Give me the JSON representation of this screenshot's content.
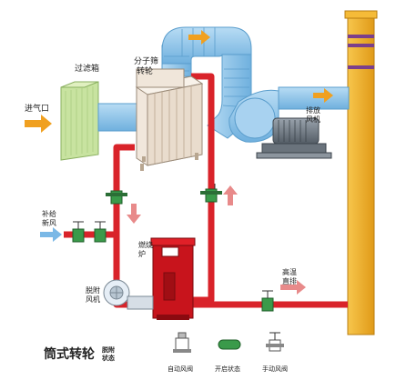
{
  "labels": {
    "filter_box": "过滤箱",
    "inlet_l1": "进气口",
    "rotor_l1": "分子筛",
    "rotor_l2": "转轮",
    "exhaust_fan_l1": "排放",
    "exhaust_fan_l2": "风机",
    "makeup_air_l1": "补给",
    "makeup_air_l2": "新风",
    "burner_l1": "燃烧",
    "burner_l2": "炉",
    "hot_air_l1": "高温",
    "hot_air_l2": "直排",
    "desorb_fan_l1": "脱附",
    "desorb_fan_l2": "风机"
  },
  "caption": {
    "main": "筒式转轮",
    "sub_l1": "脱附",
    "sub_l2": "状态"
  },
  "legend": [
    {
      "icon": "auto-damper-icon",
      "label": "自动风阀"
    },
    {
      "icon": "open-state-icon",
      "label": "开启状态"
    },
    {
      "icon": "manual-damper-icon",
      "label": "手动风阀"
    }
  ],
  "colors": {
    "hot_pipe": "#d9232a",
    "duct": "#8ec5ea",
    "duct_dark": "#5a9dcc",
    "chimney": "#f2b12a",
    "chimney_band": "#7b3f8c",
    "arrow_orange": "#f0a020",
    "arrow_blue": "#7ab8e6",
    "arrow_pink": "#e88a8a",
    "valve_green": "#3a9a4a",
    "filter": "#c8e3a0",
    "rotor": "#f1e7dc"
  }
}
